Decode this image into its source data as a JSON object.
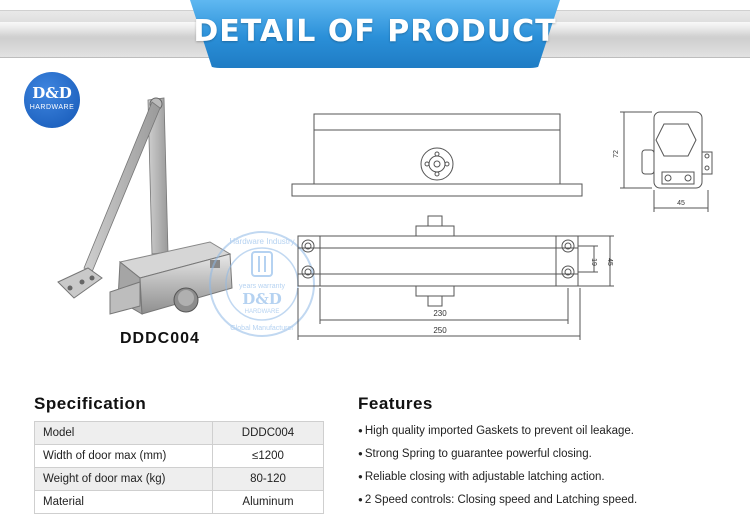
{
  "banner": {
    "title": "DETAIL OF PRODUCT"
  },
  "logo": {
    "line1": "D&D",
    "line2": "HARDWARE"
  },
  "product": {
    "model": "DDDC004"
  },
  "watermark": {
    "ring_top": "Hardware Industry",
    "ring_left": "years warranty",
    "brand": "D&D",
    "brand_sub": "HARDWARE",
    "ring_bottom": "Global Manufacturer"
  },
  "dimensions": {
    "side_height": "72",
    "side_width": "45",
    "bottom_width": "230",
    "total_width": "250",
    "hole_spacing": "19",
    "body_height": "45"
  },
  "specification": {
    "title": "Specification",
    "rows": [
      {
        "label": "Model",
        "value": "DDDC004"
      },
      {
        "label": "Width of door max (mm)",
        "value": "≤1200"
      },
      {
        "label": "Weight of door max (kg)",
        "value": "80-120"
      },
      {
        "label": "Material",
        "value": "Aluminum"
      }
    ]
  },
  "features": {
    "title": "Features",
    "items": [
      "High quality imported Gaskets to prevent oil leakage.",
      "Strong Spring to guarantee powerful closing.",
      "Reliable closing with adjustable latching action.",
      "2 Speed controls: Closing speed and Latching speed."
    ]
  },
  "colors": {
    "banner_blue": "#2a8fd8",
    "logo_blue": "#1457b5",
    "drawing_line": "#555555"
  }
}
